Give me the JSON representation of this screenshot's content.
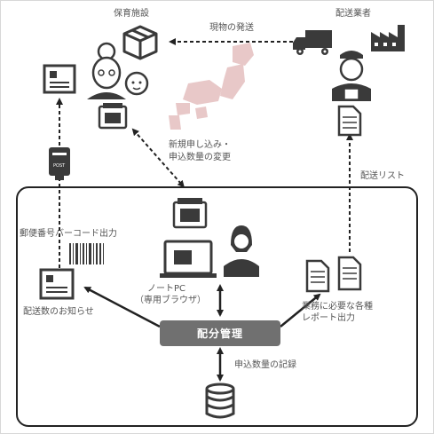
{
  "nodes": {
    "nursery": "保育施設",
    "vendor": "配送業者",
    "laptop_line1": "ノートPC",
    "laptop_line2": "（専用ブラウザ）",
    "core": "配分管理"
  },
  "edges": {
    "shipping": "現物の発送",
    "application_line1": "新規申し込み・",
    "application_line2": "申込数量の変更",
    "delivery_list": "配送リスト",
    "barcode": "郵便番号バーコード出力",
    "notice": "配送数のお知らせ",
    "reports_line1": "業務に必要な各種",
    "reports_line2": "レポート出力",
    "record": "申込数量の記録"
  },
  "postbox_text": "POST",
  "colors": {
    "icon": "#3a3a3a",
    "map": "#e8c8c8",
    "core": "#707070",
    "line": "#222222"
  }
}
